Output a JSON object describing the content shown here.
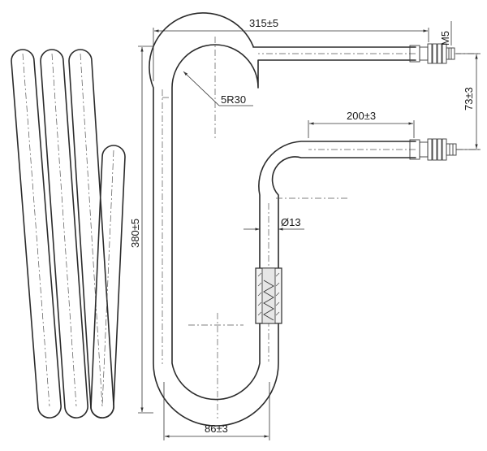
{
  "drawing": {
    "dimensions": {
      "top_length": "315±5",
      "thread": "M5",
      "terminal_offset": "73±3",
      "leg_length": "200±3",
      "bend_radius": "5R30",
      "tube_diameter": "Ø13",
      "total_height": "380±5",
      "loop_width": "86±3"
    },
    "colors": {
      "line": "#2b2b2b",
      "background": "#ffffff"
    }
  }
}
